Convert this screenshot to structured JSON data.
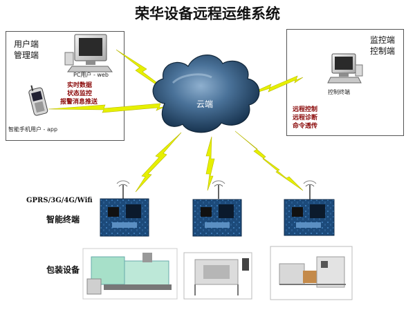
{
  "title": "荣华设备远程运维系统",
  "user_box": {
    "heading_line1": "用户端",
    "heading_line2": "管理端",
    "pc_caption": "PC用户 - web",
    "phone_caption": "智能手机用户 - app",
    "features": [
      "实时数据",
      "状态监控",
      "报警消息推送"
    ]
  },
  "monitor_box": {
    "heading_line1": "监控端",
    "heading_line2": "控制端",
    "terminal_caption": "控制终端",
    "features": [
      "远程控制",
      "远程诊断",
      "命令透传"
    ]
  },
  "cloud": {
    "label": "云端"
  },
  "terminals": {
    "network_label": "GPRS/3G/4G/Wifi",
    "label": "智能终端"
  },
  "equipment": {
    "label": "包装设备"
  },
  "colors": {
    "cloud_dark": "#1f3d5c",
    "cloud_light": "#6f94b8",
    "bolt": "#e6f000",
    "feature_text": "#8b0a0a",
    "pcb": "#1c4a7a"
  }
}
